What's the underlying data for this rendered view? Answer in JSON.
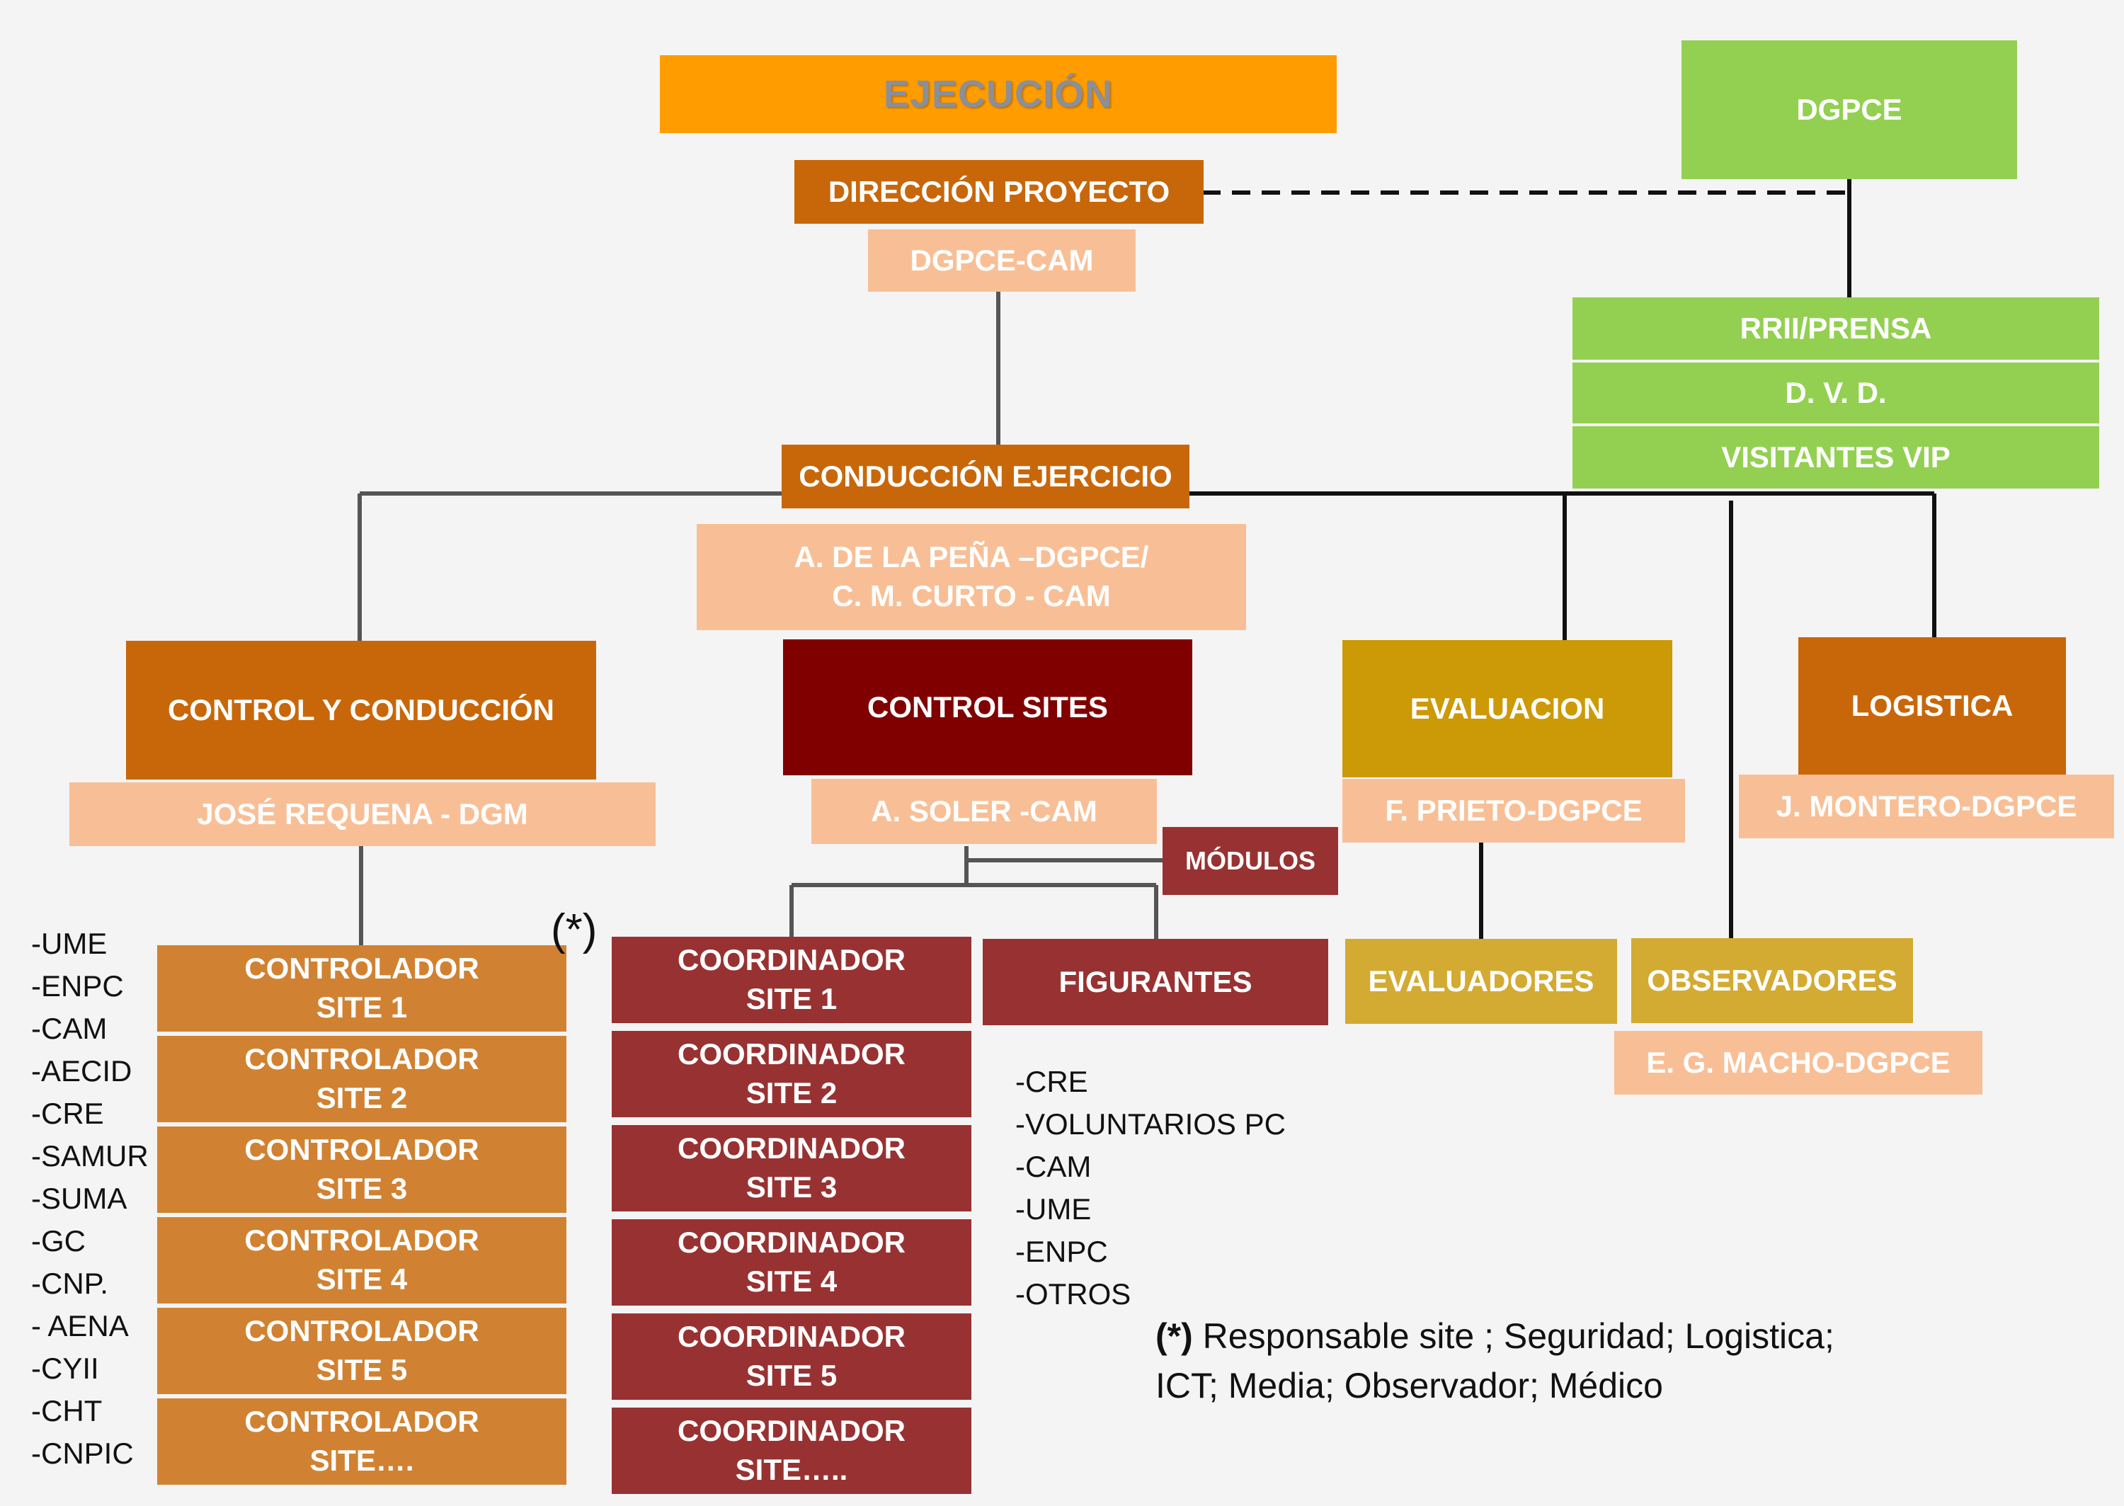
{
  "top": {
    "ejecucion": "EJECUCIÓN",
    "direccion_proyecto": "DIRECCIÓN PROYECTO",
    "direccion_sub": "DGPCE-CAM",
    "dgpce": "DGPCE"
  },
  "press_stack": [
    "RRII/PRENSA",
    "D. V. D.",
    "VISITANTES VIP"
  ],
  "conduccion": {
    "title": "CONDUCCIÓN EJERCICIO",
    "sub": "A. DE LA PEÑA –DGPCE/\nC. M. CURTO - CAM"
  },
  "control_conduccion": {
    "title": "CONTROL Y CONDUCCIÓN",
    "sub": "JOSÉ REQUENA - DGM"
  },
  "control_sites": {
    "title": "CONTROL SITES",
    "sub": "A.  SOLER -CAM",
    "modulos": "MÓDULOS"
  },
  "evaluacion": {
    "title": "EVALUACION",
    "sub": "F. PRIETO-DGPCE"
  },
  "logistica": {
    "title": "LOGISTICA",
    "sub": "J. MONTERO-DGPCE"
  },
  "controladores": [
    "CONTROLADOR\nSITE 1",
    "CONTROLADOR\nSITE 2",
    "CONTROLADOR\nSITE 3",
    "CONTROLADOR\nSITE 4",
    "CONTROLADOR\nSITE 5",
    "CONTROLADOR\nSITE…."
  ],
  "coordinadores": [
    "COORDINADOR\nSITE 1",
    "COORDINADOR\nSITE 2",
    "COORDINADOR\nSITE 3",
    "COORDINADOR\nSITE 4",
    "COORDINADOR\nSITE 5",
    "COORDINADOR\nSITE….."
  ],
  "figurantes": "FIGURANTES",
  "evaluadores": "EVALUADORES",
  "observadores": {
    "title": "OBSERVADORES",
    "sub": "E. G. MACHO-DGPCE"
  },
  "left_list": [
    "-UME",
    "-ENPC",
    "-CAM",
    "-AECID",
    "-CRE",
    "-SAMUR",
    "-SUMA",
    "-GC",
    "-CNP.",
    "- AENA",
    "-CYII",
    "-CHT",
    "-CNPIC"
  ],
  "figurantes_list": [
    "-CRE",
    "-VOLUNTARIOS PC",
    "-CAM",
    "-UME",
    "-ENPC",
    "-OTROS"
  ],
  "asterisk": "(*)",
  "footnote": {
    "mark": "(*)",
    "line1": " Responsable site ; Seguridad; Logistica;",
    "line2": "ICT; Media; Observador; Médico"
  },
  "colors": {
    "orange_dark": "#c8670a",
    "orange": "#d08232",
    "salmon": "#f8bf96",
    "green": "#93d052",
    "maroon": "#800000",
    "wine": "#983232",
    "gold": "#cc9a06",
    "gold_light": "#d3ab33"
  }
}
